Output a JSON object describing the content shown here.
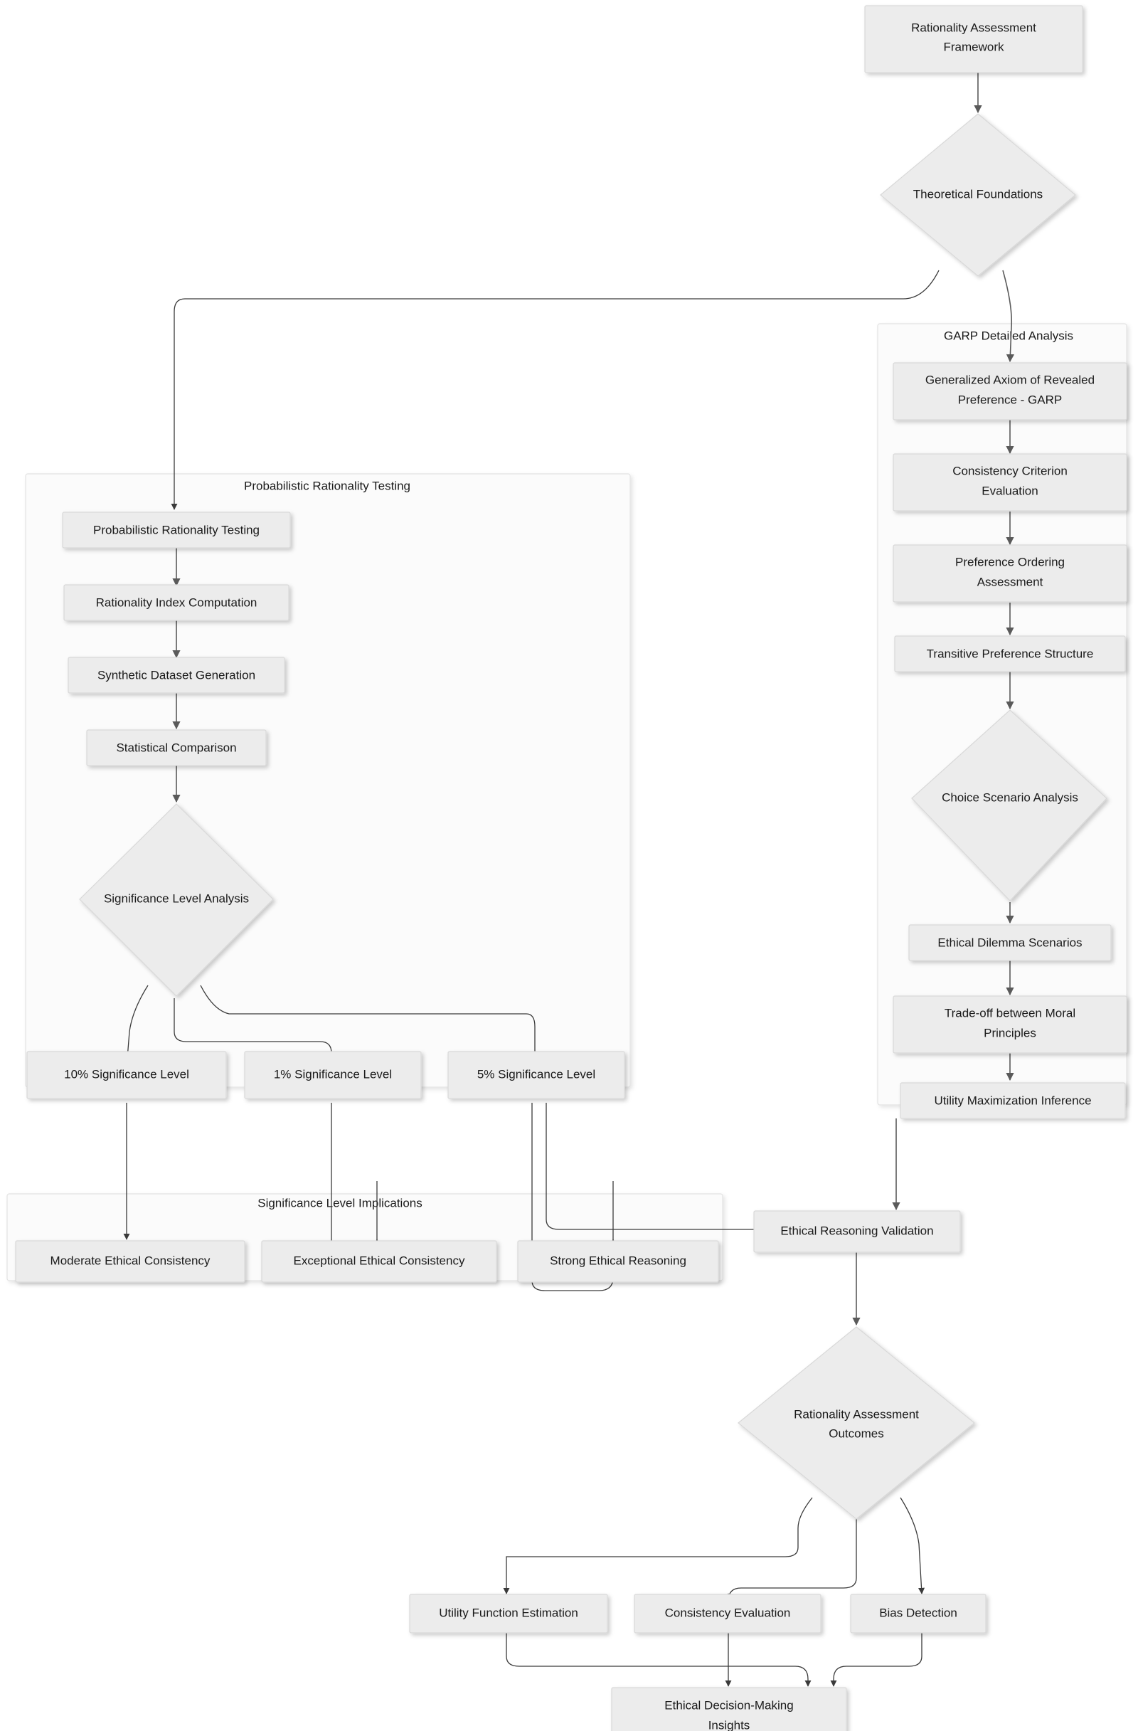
{
  "diagram": {
    "title_node": "Rationality Assessment Framework",
    "type": "flowchart",
    "direction": "top-down"
  },
  "nodes": {
    "root": {
      "label": "Rationality Assessment Framework",
      "shape": "rect"
    },
    "theoretical_foundations": {
      "label": "Theoretical Foundations",
      "shape": "diamond"
    },
    "prob_testing": {
      "label": "Probabilistic Rationality Testing",
      "shape": "rect"
    },
    "rationality_index": {
      "label": "Rationality Index Computation",
      "shape": "rect"
    },
    "synthetic_dataset": {
      "label": "Synthetic Dataset Generation",
      "shape": "rect"
    },
    "statistical_comparison": {
      "label": "Statistical Comparison",
      "shape": "rect"
    },
    "significance_analysis": {
      "label": "Significance Level Analysis",
      "shape": "diamond"
    },
    "sig_10": {
      "label": "10% Significance Level",
      "shape": "rect"
    },
    "sig_1": {
      "label": "1% Significance Level",
      "shape": "rect"
    },
    "sig_5": {
      "label": "5% Significance Level",
      "shape": "rect"
    },
    "moderate_consistency": {
      "label": "Moderate Ethical Consistency",
      "shape": "rect"
    },
    "exceptional_consistency": {
      "label": "Exceptional Ethical Consistency",
      "shape": "rect"
    },
    "strong_reasoning": {
      "label": "Strong Ethical Reasoning",
      "shape": "rect"
    },
    "garp": {
      "label": "Generalized Axiom of Revealed Preference - GARP",
      "line1": "Generalized Axiom of Revealed",
      "line2": "Preference - GARP",
      "shape": "rect"
    },
    "consistency_criterion": {
      "label": "Consistency Criterion Evaluation",
      "line1": "Consistency Criterion",
      "line2": "Evaluation",
      "shape": "rect"
    },
    "preference_ordering": {
      "label": "Preference Ordering Assessment",
      "line1": "Preference Ordering",
      "line2": "Assessment",
      "shape": "rect"
    },
    "transitive_preference": {
      "label": "Transitive Preference Structure",
      "shape": "rect"
    },
    "choice_scenario": {
      "label": "Choice Scenario Analysis",
      "shape": "diamond"
    },
    "ethical_dilemma": {
      "label": "Ethical Dilemma Scenarios",
      "shape": "rect"
    },
    "tradeoff_moral": {
      "label": "Trade-off between Moral Principles",
      "line1": "Trade-off between Moral",
      "line2": "Principles",
      "shape": "rect"
    },
    "utility_maximization": {
      "label": "Utility Maximization Inference",
      "shape": "rect"
    },
    "ethical_validation": {
      "label": "Ethical Reasoning Validation",
      "shape": "rect"
    },
    "assessment_outcomes": {
      "label": "Rationality Assessment Outcomes",
      "line1": "Rationality Assessment",
      "line2": "Outcomes",
      "shape": "diamond"
    },
    "utility_function": {
      "label": "Utility Function Estimation",
      "shape": "rect"
    },
    "consistency_evaluation": {
      "label": "Consistency Evaluation",
      "shape": "rect"
    },
    "bias_detection": {
      "label": "Bias Detection",
      "shape": "rect"
    },
    "decision_insights": {
      "label": "Ethical Decision-Making Insights",
      "line1": "Ethical Decision-Making",
      "line2": "Insights",
      "shape": "rect"
    }
  },
  "clusters": {
    "probabilistic": {
      "label": "Probabilistic Rationality Testing"
    },
    "garp_detail": {
      "label": "GARP Detailed Analysis"
    },
    "implications": {
      "label": "Significance Level Implications"
    }
  },
  "colors": {
    "node_fill": "#ececec",
    "node_stroke": "#d8d8d8",
    "cluster_fill": "#fbfbfb",
    "cluster_stroke": "#e2e2e2",
    "edge_stroke": "#5a5a5a",
    "text": "#1a1a1a",
    "background": "#ffffff"
  }
}
